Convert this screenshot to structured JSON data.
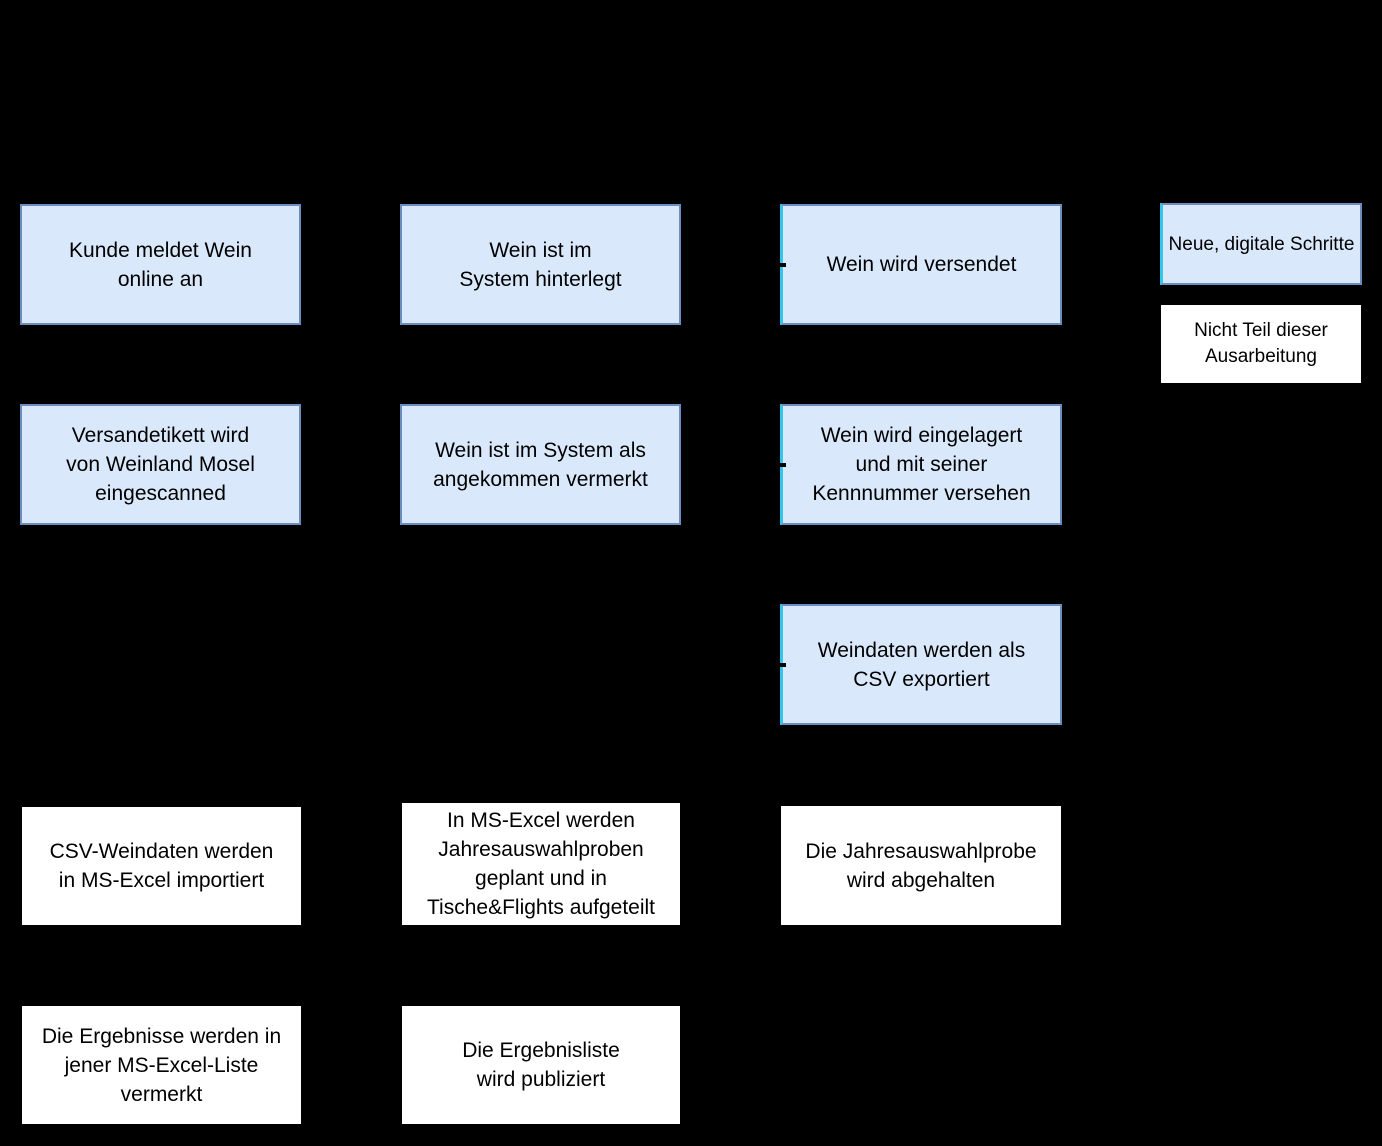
{
  "colors": {
    "background": "#000000",
    "node_fill": "#dae8fc",
    "node_border": "#6c8ebf",
    "highlight_border": "#35c4ec",
    "white_node_fill": "#ffffff",
    "text": "#000000"
  },
  "nodes": {
    "kunde": "Kunde meldet Wein\nonline an",
    "hinterlegt": "Wein ist im\nSystem hinterlegt",
    "versendet": "Wein wird versendet",
    "versandetikett": "Versandetikett wird\nvon Weinland Mosel\neingescanned",
    "angekommen": "Wein ist im System als\nangekommen vermerkt",
    "eingelagert": "Wein wird eingelagert\nund mit seiner\nKennnummer versehen",
    "csv_export": "Weindaten werden als\nCSV exportiert",
    "csv_import": "CSV-Weindaten werden\nin MS-Excel importiert",
    "excel_planung": "In MS-Excel werden\nJahresauswahlproben\ngeplant und in\nTische&Flights aufgeteilt",
    "jahresprobe": "Die Jahresauswahlprobe\nwird abgehalten",
    "ergebnisse": "Die Ergebnisse werden in\njener MS-Excel-Liste\nvermerkt",
    "publiziert": "Die Ergebnisliste\nwird publiziert"
  },
  "legend": {
    "digital": "Neue, digitale Schritte",
    "excluded": "Nicht Teil dieser\nAusarbeitung"
  }
}
